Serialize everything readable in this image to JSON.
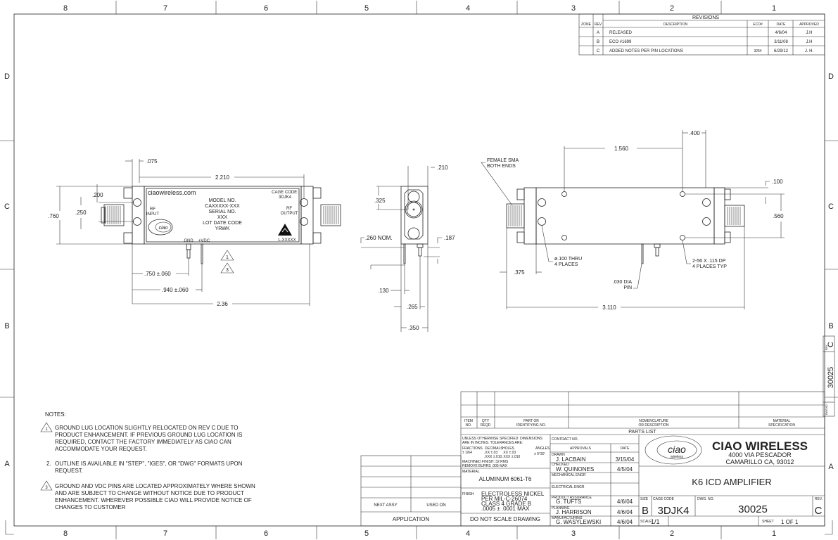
{
  "frame": {
    "columns": [
      "8",
      "7",
      "6",
      "5",
      "4",
      "3",
      "2",
      "1"
    ],
    "rows": [
      "D",
      "C",
      "B",
      "A"
    ]
  },
  "revisions": {
    "title": "REVISIONS",
    "headers": {
      "zone": "ZONE",
      "rev": "REV",
      "description": "DESCRIPTION",
      "eco": "ECO#",
      "date": "DATE",
      "approved": "APPROVED"
    },
    "rows": [
      {
        "zone": "",
        "rev": "A",
        "description": "RELEASED",
        "eco": "",
        "date": "4/6/04",
        "approved": "J.H"
      },
      {
        "zone": "",
        "rev": "B",
        "description": "ECO #1699",
        "eco": "",
        "date": "3/11/08",
        "approved": "J.H"
      },
      {
        "zone": "",
        "rev": "C",
        "description": "ADDED NOTES PER PIN LOCATIONS",
        "eco": "3264",
        "date": "6/29/12",
        "approved": "J. H."
      }
    ]
  },
  "front_view": {
    "website": "ciaowireless.com",
    "model_label": "MODEL NO.",
    "model_value": "CAXXXXX-XXX",
    "serial_label": "SERIAL NO.",
    "serial_value": "XXX",
    "lot_label": "LOT DATE CODE",
    "lot_value": "YRWK",
    "cage_label": "CAGE CODE:",
    "cage_value": "3DJK4",
    "rf_input": [
      "RF",
      "INPUT"
    ],
    "rf_output": [
      "RF",
      "OUTPUT"
    ],
    "part_mark": "L-XXXXX",
    "gnd": "GND",
    "vdc": "+VDC",
    "note_flags": [
      "1",
      "3"
    ],
    "dims": {
      "d075": ".075",
      "d2210": "2.210",
      "d200": ".200",
      "d250": ".250",
      "d760": ".760",
      "d750": ".750 ±.060",
      "d940": ".940 ±.060",
      "d236": "2.36"
    }
  },
  "side_view": {
    "dims": {
      "d210": ".210",
      "d325": ".325",
      "d260": ".260 NOM.",
      "d187": ".187",
      "d130": ".130",
      "d265": ".265",
      "d350": ".350"
    }
  },
  "bottom_view": {
    "callout_sma": [
      "FEMALE SMA",
      "BOTH ENDS"
    ],
    "callout_holes": [
      "ø.100 THRU",
      "4 PLACES"
    ],
    "callout_tap": [
      "2-56 X .115 DP",
      "4 PLACES TYP"
    ],
    "callout_pin": [
      ".030 DIA",
      "PIN"
    ],
    "dims": {
      "d400": ".400",
      "d1560": "1.560",
      "d100": ".100",
      "d560": ".560",
      "d375": ".375",
      "d3110": "3.110"
    }
  },
  "notes": {
    "title": "NOTES:",
    "items": [
      {
        "flag": "1",
        "lines": [
          "GROUND LUG LOCATION SLIGHTLY RELOCATED ON REV C DUE TO",
          "PRODUCT ENHANCEMENT. IF PREVIOUS GROUND LUG LOCATION IS",
          "REQUIRED, CONTACT THE FACTORY IMMEDIATELY AS CIAO CAN",
          "ACCOMMODATE YOUR REQUEST."
        ]
      },
      {
        "flag": "2.",
        "lines": [
          "OUTLINE IS AVAILABLE IN \"STEP\", \"IGES\", OR \"DWG\" FORMATS UPON",
          "REQUEST."
        ]
      },
      {
        "flag": "3",
        "lines": [
          "GROUND AND VDC PINS ARE LOCATED APPROXIMATELY WHERE SHOWN",
          "AND ARE SUBJECT TO CHANGE WITHOUT NOTICE DUE TO PRODUCT",
          "ENHANCEMENT. WHEREVER POSSIBLE CIAO WILL PROVIDE NOTICE OF",
          "CHANGES TO CUSTOMER"
        ]
      }
    ]
  },
  "application": {
    "next_assy": "NEXT ASSY",
    "used_on": "USED ON",
    "label": "APPLICATION"
  },
  "parts_list": {
    "headers": {
      "item": [
        "ITEM",
        "NO."
      ],
      "qty": [
        "QTY",
        "REQD"
      ],
      "part": [
        "PART OR",
        "IDENTIFYING NO."
      ],
      "nomenclature": [
        "NOMENCLATURE",
        "OR DESCRIPTION"
      ],
      "material": [
        "MATERIAL",
        "SPECIFICATION"
      ]
    },
    "title": "PARTS LIST"
  },
  "title_block": {
    "tolerances": [
      "UNLESS OTHERWISE SPECIFIED: DIMENSIONS",
      "ARE IN INCHES.  TOLERANCES ARE:"
    ],
    "tol_fractions": [
      "FRACTIONS",
      "± 1/64"
    ],
    "tol_decimals": [
      "DECIMALS",
      ".XX ±.03",
      ".XXX ±.010"
    ],
    "tol_holes": [
      "HOLES",
      ".XX ±.03",
      ".XXX ±.010"
    ],
    "tol_angles": [
      "ANGLES",
      "± 0°30'"
    ],
    "finish_note": [
      "MACHINED FINISH: 32 RMS",
      "REMOVE BURRS .005 MAX"
    ],
    "material_label": "MATERIAL",
    "material": "ALUMINUM 6061-T6",
    "finish_label": "FINISH",
    "finish": [
      "ELECTROLESS NICKEL",
      "PER MIL-C-26074",
      "CLASS 4 GRADE B",
      ".0005 ± .0001 MAX"
    ],
    "do_not_scale": "DO NOT SCALE DRAWING",
    "contract_label": "CONTRACT NO.",
    "approvals_label": "APPROVALS",
    "date_label": "DATE",
    "approvals": [
      {
        "role": "DRAWN",
        "name": "J. LACBAIN",
        "date": "3/15/04"
      },
      {
        "role": "CHECKED",
        "name": "W. QUINONES",
        "date": "4/5/04"
      },
      {
        "role": "MECHANICAL ENGR",
        "name": "",
        "date": ""
      },
      {
        "role": "ELECTRICAL ENGR",
        "name": "",
        "date": ""
      },
      {
        "role": "PRODUCT ASSURANCE",
        "name": "G. TUFTS",
        "date": "4/6/04"
      },
      {
        "role": "PLANNING",
        "name": "J. HARRISON",
        "date": "4/6/04"
      },
      {
        "role": "MANUFACTURING",
        "name": "G. WASYLEWSKI",
        "date": "4/6/04"
      }
    ],
    "company": "CIAO WIRELESS",
    "address1": "4000 VIA PESCADOR",
    "address2": "CAMARILLO CA, 93012",
    "logo_text": "ciao",
    "logo_sub": "wireless",
    "drawing_title": "K6 ICD AMPLIFIER",
    "size_label": "SIZE",
    "size": "B",
    "cage_label": "CAGE CODE",
    "cage": "3DJK4",
    "dwg_label": "DWG. NO.",
    "dwg": "30025",
    "rev_label": "REV.",
    "rev": "C",
    "scale_label": "SCALE",
    "scale": "1/1",
    "sheet_label": "SHEET",
    "sheet": "1 OF 1"
  },
  "margin_stamp": {
    "rev_label": "REV",
    "rev": "C",
    "dwg_label": "DWG NO.",
    "dwg": "30025"
  }
}
